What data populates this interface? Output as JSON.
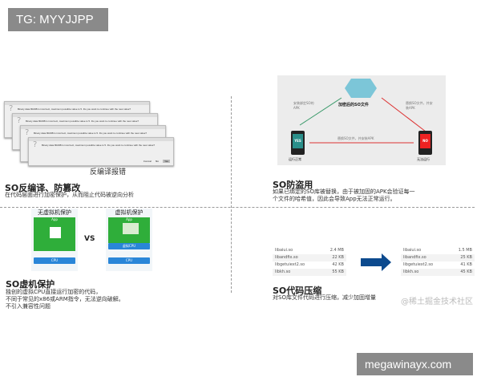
{
  "tag": "TG: MYYJJPP",
  "footer_label": "megawinayx.com",
  "watermark": "@稀土掘金技术社区",
  "q1": {
    "dialog_message": "Binary data 8020B is incorrect, maximum possible value is 5. Do you want to continue with the new value?",
    "buttons": [
      "Cancel",
      "No",
      "Yes"
    ],
    "caption": "反编译报错",
    "title": "SO反编译、防篡改",
    "desc": "在代码层面进行加密保护，从而阻止代码被逆向分析"
  },
  "q2": {
    "center_label": "加密后的SO文件",
    "left_arrow": "安装绑定SO的APK",
    "right_arrow": "替换SO文件，并安装APK",
    "bottom_arrow": "替换SO文件，并安装APK",
    "yes": "YES",
    "no": "NO",
    "left_phone": "运行正常",
    "right_phone": "无法运行",
    "title": "SO防盗用",
    "desc": [
      "如果已绑定的SO库被替换，由于被加固的APK会验证每一",
      "个文件的哈希值，因此会导致App无法正常运行。"
    ]
  },
  "q3": {
    "left_head": "无虚拟机保护",
    "right_head": "虚拟机保护",
    "app": "App",
    "vcpu": "虚拟CPU",
    "cpu": "CPU",
    "vs": "VS",
    "title": "SO虚机保护",
    "desc": [
      "独创的虚拟CPU直接运行加密的代码，",
      "不同于常见的x86或ARM指令，无法逆向破解。",
      "不引入兼容性问题"
    ]
  },
  "q4": {
    "before": [
      {
        "name": "libaiui.so",
        "size": "2.4 MB"
      },
      {
        "name": "libandfix.so",
        "size": "22 KB"
      },
      {
        "name": "libgetuiext2.so",
        "size": "42 KB"
      },
      {
        "name": "libkh.so",
        "size": "55 KB"
      }
    ],
    "after": [
      {
        "name": "libaiui.so",
        "size": "1.5 MB"
      },
      {
        "name": "libandfix.so",
        "size": "25 KB"
      },
      {
        "name": "libgetuiext2.so",
        "size": "41 KB"
      },
      {
        "name": "libkh.so",
        "size": "45 KB"
      }
    ],
    "title": "SO代码压缩",
    "desc": "对SO库文件代码进行压缩，减少加固增量"
  }
}
